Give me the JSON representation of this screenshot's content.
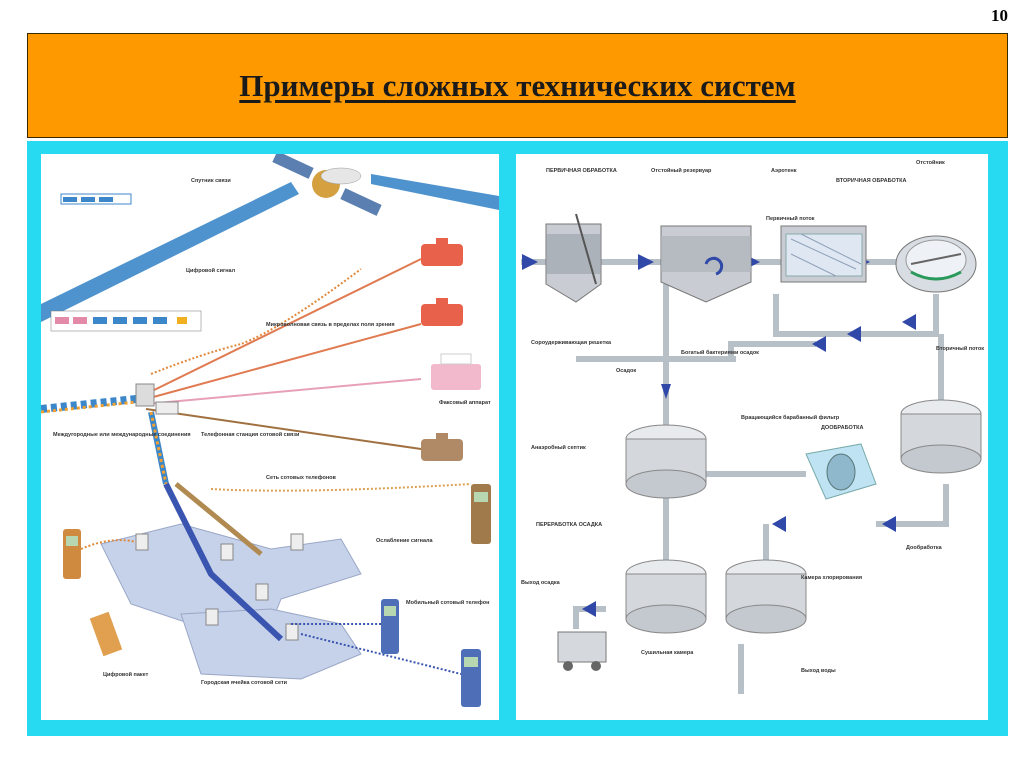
{
  "slide": {
    "page_number": "10",
    "title": "Примеры сложных технических систем"
  },
  "colors": {
    "title_band": "#FF9900",
    "frame": "#27D9F1",
    "phone": "#E8614A",
    "satellite_beam": "#3C87C9",
    "pipe": "#B7BFC7",
    "arrow": "#3048A8"
  },
  "left_figure": {
    "labels": {
      "satellite_link": "Спутник связи",
      "digital_signal": "Цифровой сигнал",
      "microwave": "Микроволновая связь в пределах поля зрения",
      "international": "Междугородные или международные соединения",
      "phone_exchange": "Телефонная станция сотовой связи",
      "cell_network": "Сеть сотовых телефонов",
      "weak_signal": "Ослабление сигнала",
      "mobile_phone": "Мобильный сотовый телефон",
      "digital_packet": "Цифровой пакет",
      "city_cell": "Городская ячейка сотовой сети",
      "fax": "Факсовый аппарат"
    }
  },
  "right_figure": {
    "labels": {
      "primary": "ПЕРВИЧНАЯ ОБРАБОТКА",
      "settling_tank": "Отстойный резервуар",
      "aerotank": "Аэротенк",
      "secondary": "ВТОРИЧНАЯ ОБРАБОТКА",
      "clarifier": "Отстойник",
      "screen": "Сороудерживающая решетка",
      "sediment": "Осадок",
      "primary_flow": "Первичный поток",
      "secondary_flow": "Вторичный поток",
      "rich_bacteria": "Богатый бактериями осадок",
      "anaerobic": "Анаэробный септик",
      "drum_filter": "Вращающийся барабанный фильтр",
      "post_treatment": "ДООБРАБОТКА",
      "processing": "ПЕРЕРАБОТКА ОСАДКА",
      "sludge_out": "Выход осадка",
      "drying": "Сушильная камера",
      "chlorination": "Камера хлорирования",
      "water_out": "Выход воды",
      "post_treatment_note": "Дообработка"
    }
  }
}
